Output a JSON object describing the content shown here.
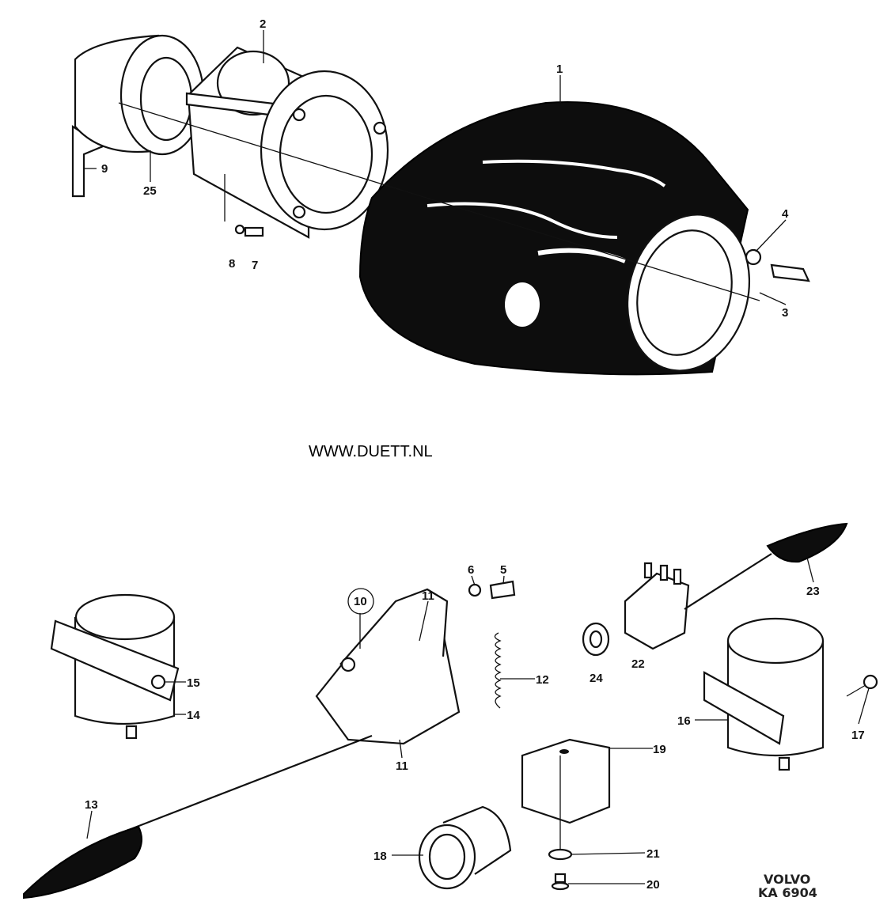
{
  "watermark": "WWW.DUETT.NL",
  "drawing_code": {
    "brand": "VOLVO",
    "number": "KA 6904"
  },
  "callouts": {
    "p1": "1",
    "p2": "2",
    "p3": "3",
    "p4": "4",
    "p7": "7",
    "p8": "8",
    "p9": "9",
    "p25": "25",
    "p10": "10",
    "p11a": "11",
    "p11b": "11",
    "p6": "6",
    "p5": "5",
    "p12": "12",
    "p15": "15",
    "p14": "14",
    "p13": "13",
    "p18": "18",
    "p19": "19",
    "p21": "21",
    "p20": "20",
    "p24": "24",
    "p22": "22",
    "p23": "23",
    "p16": "16",
    "p17": "17"
  }
}
